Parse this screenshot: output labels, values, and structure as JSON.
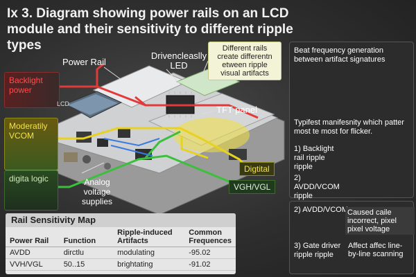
{
  "title": "Ix 3. Diagram showing power rails on an LCD module and their sensitivity to different ripple types",
  "labels": {
    "power_rail": "Power Rail",
    "driven_led": "Drivencleaslly LED",
    "callout_top": "Different rails create differentn etween ripple visual artifacts",
    "lcd": "LCD",
    "tft_panel": "TFT panel",
    "digital": "Digtital",
    "vgh_vgl": "VGH/VGL",
    "analog": "Analog voltage supplies"
  },
  "left_boxes": {
    "backlight": "Backlight power",
    "vcom": "Moderatily VCOM",
    "digital_logic": "digita logic"
  },
  "right_panel_top": {
    "heading": "Beat frequency generation between artifact signatures",
    "subheading": "Typifest manifesnity which patter most te most for flicker.",
    "items": [
      {
        "num": "1)",
        "text": "Backlight rail ripple ripple"
      },
      {
        "num": "2)",
        "text": "AVDD/VCOM ripple"
      }
    ]
  },
  "right_panel_bottom": {
    "item2_label": "2) AVDD/VCOM",
    "item2_desc": "Caused caile incorrect, pixel pixel voltage",
    "item3_label": "3) Gate driver ripple ripple",
    "item3_desc": "Affect affec line-by-line scanning"
  },
  "table": {
    "title": "Rail Sensitivity Map",
    "headers": [
      "Power Rail",
      "Function",
      "Ripple-induced Artifacts",
      "Common Frequences"
    ],
    "rows": [
      [
        "AVDD",
        "dirctlu",
        "modulating",
        "-95.02"
      ],
      [
        "VVH/VGL",
        "50..15",
        "brightating",
        "-91.02"
      ]
    ]
  },
  "colors": {
    "red_rail": "#e23a3a",
    "yellow_rail": "#e8d21f",
    "green_rail": "#3cbf3c",
    "blue_rail": "#3a7ae0"
  }
}
